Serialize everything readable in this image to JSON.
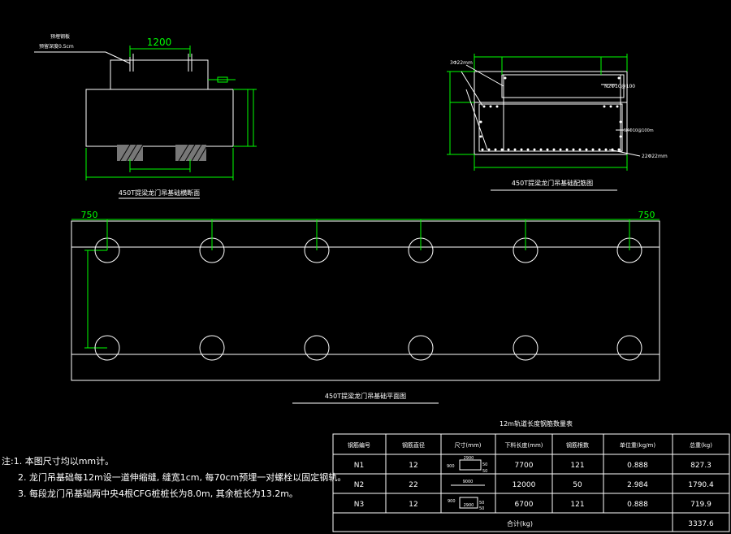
{
  "section_view": {
    "title": "450T提梁龙门吊基础横断面",
    "callout_line1": "预埋钢板",
    "callout_line2": "预留深度0.5cm",
    "dim_top": "1200"
  },
  "rebar_view": {
    "title": "450T提梁龙门吊基础配筋图",
    "label_left": "3Φ22mm",
    "label_n2": "N2Φ10@100",
    "label_n4": "N4Φ10@100m",
    "label_bottom": "22Φ22mm"
  },
  "plan_view": {
    "title": "450T提梁龙门吊基础平面图",
    "dim_left": "750",
    "dim_right": "750",
    "pile_count_per_row": 6,
    "rows": 2
  },
  "notes": [
    "注:1. 本图尺寸均以mm计。",
    "2. 龙门吊基础每12m设一道伸缩缝, 缝宽1cm, 每70cm预埋一对螺栓以固定钢轨。",
    "3. 每段龙门吊基础两中央4根CFG桩桩长为8.0m, 其余桩长为13.2m。"
  ],
  "table": {
    "title": "12m轨道长度钢筋数量表",
    "headers": [
      "钢筋编号",
      "钢筋直径",
      "尺寸(mm)",
      "下料长度(mm)",
      "钢筋根数",
      "单位重(kg/m)",
      "总重(kg)"
    ],
    "rows": [
      {
        "id": "N1",
        "dia": "12",
        "len": "7700",
        "count": "121",
        "unit": "0.888",
        "total": "827.3",
        "sketch": {
          "a": "2900",
          "b": "900",
          "c": "50",
          "d": "50"
        }
      },
      {
        "id": "N2",
        "dia": "22",
        "len": "12000",
        "count": "50",
        "unit": "2.984",
        "total": "1790.4",
        "sketch": {
          "a": "9000"
        }
      },
      {
        "id": "N3",
        "dia": "12",
        "len": "6700",
        "count": "121",
        "unit": "0.888",
        "total": "719.9",
        "sketch": {
          "a": "900",
          "b": "2900",
          "c": "50",
          "d": "50"
        }
      }
    ],
    "sum_label": "合计(kg)",
    "sum_value": "3337.6"
  }
}
